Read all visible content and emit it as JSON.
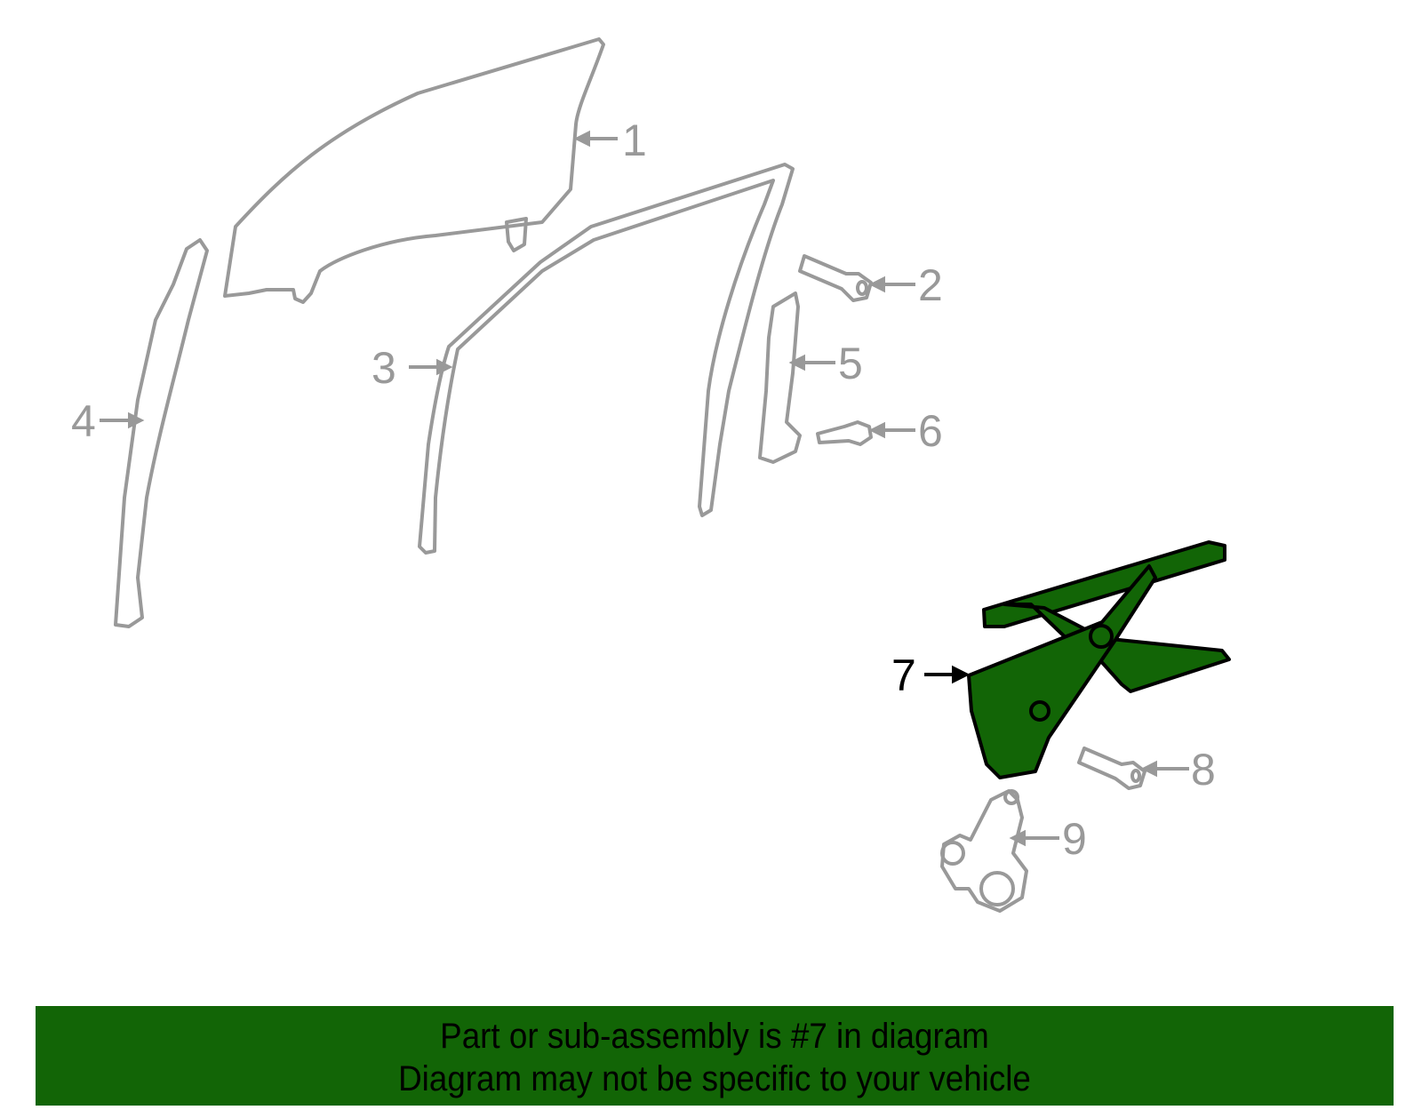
{
  "diagram": {
    "highlight_color": "#126506",
    "line_color": "#999999",
    "highlighted_part": "7",
    "callouts": [
      {
        "num": "1",
        "part": "door-glass"
      },
      {
        "num": "2",
        "part": "bolt"
      },
      {
        "num": "3",
        "part": "glass-run-channel"
      },
      {
        "num": "4",
        "part": "front-channel"
      },
      {
        "num": "5",
        "part": "rear-channel"
      },
      {
        "num": "6",
        "part": "bolt"
      },
      {
        "num": "7",
        "part": "window-regulator"
      },
      {
        "num": "8",
        "part": "bolt"
      },
      {
        "num": "9",
        "part": "regulator-motor"
      }
    ]
  },
  "banner": {
    "line1": "Part or sub-assembly is #7 in diagram",
    "line2": "Diagram may not be specific to your vehicle",
    "background": "#126506"
  }
}
